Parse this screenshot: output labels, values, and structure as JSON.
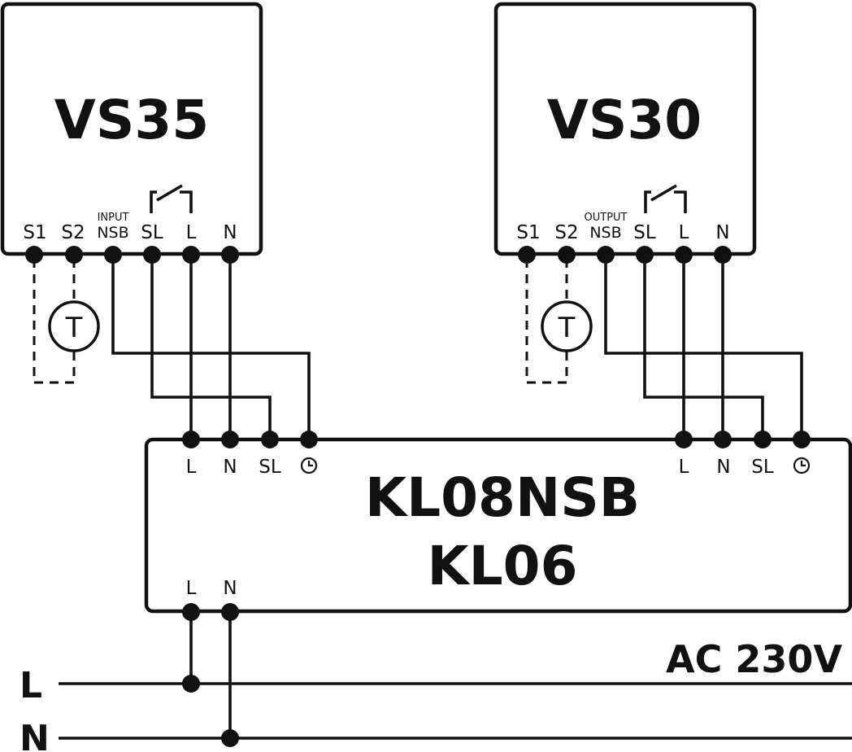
{
  "vs35": {
    "title": "VS35",
    "terminals": {
      "s1": "S1",
      "s2": "S2",
      "nsb_top": "INPUT",
      "nsb": "NSB",
      "sl": "SL",
      "l": "L",
      "n": "N"
    },
    "sensor": "T"
  },
  "vs30": {
    "title": "VS30",
    "terminals": {
      "s1": "S1",
      "s2": "S2",
      "nsb_top": "OUTPUT",
      "nsb": "NSB",
      "sl": "SL",
      "l": "L",
      "n": "N"
    },
    "sensor": "T"
  },
  "kl": {
    "title_line1": "KL08NSB",
    "title_line2": "KL06",
    "left_group": {
      "l": "L",
      "n": "N",
      "sl": "SL"
    },
    "right_group": {
      "l": "L",
      "n": "N",
      "sl": "SL"
    },
    "supply": {
      "l": "L",
      "n": "N"
    },
    "clock_icon": "clock-icon"
  },
  "mains": {
    "label": "AC 230V",
    "line_l": "L",
    "line_n": "N"
  }
}
